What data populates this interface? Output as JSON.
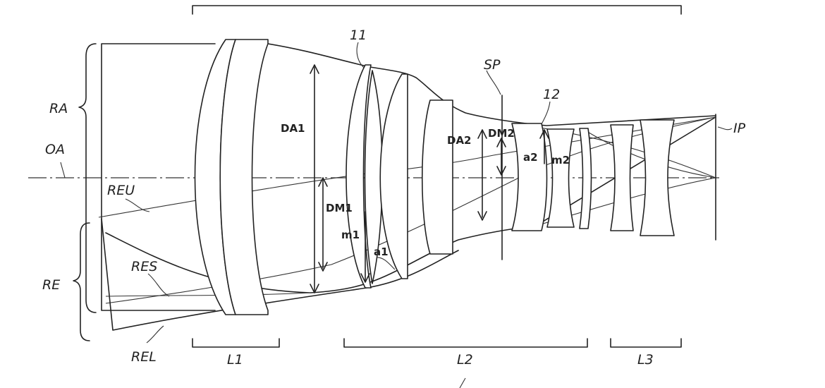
{
  "labels": {
    "ra": "RA",
    "oa": "OA",
    "re": "RE",
    "reu": "REU",
    "res": "RES",
    "rel": "REL",
    "l1": "L1",
    "l2": "L2",
    "l3": "L3",
    "sp": "SP",
    "ip": "IP",
    "num_11": "11",
    "num_12": "12",
    "da1": "DA1",
    "da2": "DA2",
    "dm1": "DM1",
    "dm2": "DM2",
    "m1": "m1",
    "m2": "m2",
    "a1": "a1",
    "a2": "a2"
  }
}
